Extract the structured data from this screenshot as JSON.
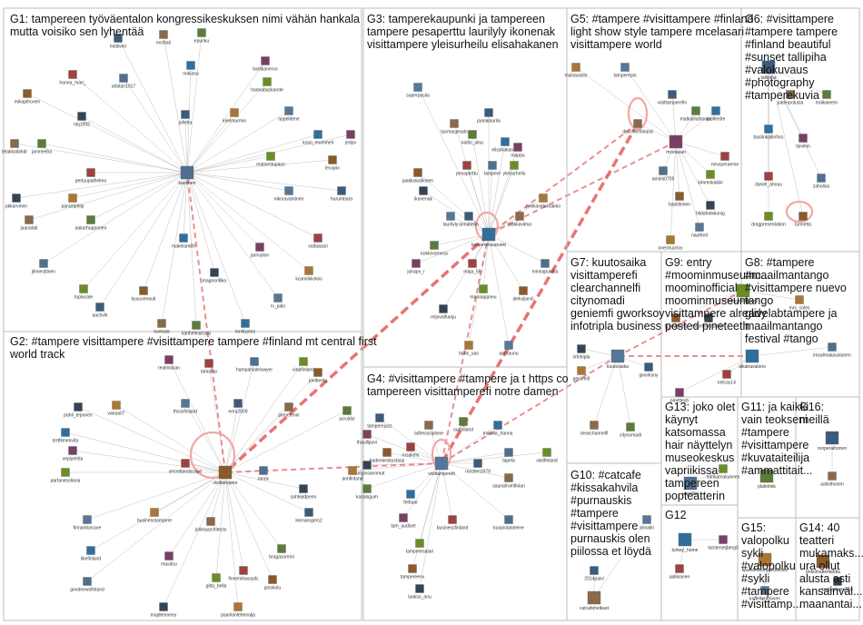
{
  "groups": [
    {
      "id": "G1",
      "title": "G1: tampereen työväentalon kongressikeskuksen nimi vähän hankala\nmutta voisiko sen lyhentää"
    },
    {
      "id": "G2",
      "title": "G2: #tampere visittampere #visittampere tampere #finland mt central first\nworld track"
    },
    {
      "id": "G3",
      "title": "G3: tamperekaupunki ja tampereen\ntampere pesaperttu laurilyly ikonenak\nvisittampere yleisurheilu elisahakanen"
    },
    {
      "id": "G4",
      "title": "G4: #visittampere #tampere ja t https co\ntampereen visittamperefi notre damen"
    },
    {
      "id": "G5",
      "title": "G5: #tampere #visittampere #finland\nlight show style tampere mcelasari\nvisittampere world"
    },
    {
      "id": "G6",
      "title": "G6: #visittampere\n#tampere tampere\n#finland beautiful\n#sunset tallipiha\n#valokuvaus\n#photography\n#tamperekuvia"
    },
    {
      "id": "G7",
      "title": "G7: kuutosaika\nvisittamperefi\nclearchannelfi\ncitynomadi\ngeniemfi gworksoy\ninfotripla business"
    },
    {
      "id": "G8",
      "title": "G8: #tampere\n#maailmantango\n#visittampere nuevo\ntango\nglivelabtampere ja\nmaailmantango\nfestival #tango"
    },
    {
      "id": "G9",
      "title": "G9: entry\n#moominmuseumc...\nmoominofficial\nmoominmuseum\nvisittampere already\nposted pineteeth"
    },
    {
      "id": "G10",
      "title": "G10: #catcafe\n#kissakahvila\n#purnauskis\n#tampere\n#visittampere\npurnauskis olen\npiilossa et löydä"
    },
    {
      "id": "G11",
      "title": "G11: ja kaikki\nvain teokseni\n#tampere\n#visittampere\n#kuvataiteilija\n#ammattitait..."
    },
    {
      "id": "G12",
      "title": "G12"
    },
    {
      "id": "G13",
      "title": "G13: joko olet\nkäynyt\nkatsomassa\nhair näyttelyn\nmuseokeskus\nvapriikissa\ntampereen\npopteatterin"
    },
    {
      "id": "G14",
      "title": "G14: 40\nteatteri\nmukamaks...\nura ollut\nalusta asti\nkansainväl...\nmaanantai..."
    },
    {
      "id": "G15",
      "title": "G15:\nvalopolku\nsykli\n#valopolku\n#sykli\n#tampere\n#visittamp..."
    },
    {
      "id": "G16",
      "title": "G16:\nmeillä"
    }
  ],
  "nodes": {
    "g1": [
      "midiiveri",
      "ecribati",
      "epuriku",
      "nokiasu",
      "karitkanervo",
      "hanna_mari_",
      "arbitari1917",
      "hannabackande",
      "mikapihonen",
      "nlq1992",
      "kirelmurmio",
      "oppeldene",
      "jofietta",
      "telakkaliahdr",
      "janmeeba",
      "koso_mummeli",
      "jedpv",
      "pertuupalhelmo",
      "kaetinen",
      "enimentupaus",
      "lecopio",
      "pkkarvinen",
      "parantphilp",
      "nikoravantinen",
      "hurumbara",
      "jaanalab",
      "aakarhupponen",
      "makelam89",
      "jarmullon",
      "valtaasari",
      "jilmiesttinen",
      "toplucate",
      "kyuusenauti",
      "magnorilliko",
      "kcamiikkokivi",
      "rv_palo",
      "aachvik",
      "koekala",
      "karihelmarsaki",
      "toniliyytez"
    ],
    "g2": [
      "realmiskan",
      "tamamp",
      "hampahialeiswyer",
      "vinpfinland",
      "joelbenlu",
      "pahli_teponen",
      "vaeaa07",
      "thisisfinland",
      "eeru2009",
      "pienetenni",
      "acruidsr",
      "tretfilmenvita",
      "vepiyehtia",
      "secretlandscape",
      "ianck",
      "partanesoliana",
      "visittampere",
      "sahlepdpenn",
      "businesstampere",
      "finnairbarcare",
      "leenarogers2",
      "jolimaarchitects",
      "bragasommi",
      "likefinland",
      "masitou",
      "finnembassydc",
      "goodnewsfinland",
      "gitta_bella",
      "janskolu",
      "majdemoney",
      "paarilanlehenalja"
    ],
    "g3": [
      "superpasiia",
      "jaanalaurila",
      "tuomasjesalo",
      "kaitio_ulna",
      "elisahakanen",
      "mappu",
      "pesaperttu",
      "tampere",
      "yleisurheilu",
      "jaakkokallionen",
      "ikonenak",
      "pekkaveluksakko",
      "laurilyly",
      "annahelin",
      "jaakkavilma",
      "kokkonenesa",
      "tamperekaupunki",
      "juhapv_r",
      "maja_56",
      "minnapurolla",
      "manaappneu",
      "aleksijarvii",
      "reijovalhanju",
      "tamk_uas",
      "annraunu"
    ],
    "g4": [
      "tamperejazz",
      "adhessciplone",
      "ourfinland",
      "makala_hanna",
      "thaullijarvi",
      "rosakela",
      "tapela",
      "visitfinland",
      "badenkeskystasp",
      "helsinginsanomat",
      "aonfinland",
      "visittamperefi",
      "roosteri1979",
      "saunafromfinlan",
      "kasalsgum",
      "fethaar",
      "tam_uudiset",
      "businessfinland",
      "kuopiotatoleine",
      "tamperesalari",
      "tampereenv",
      "laakso_anu"
    ],
    "g5": [
      "malsaaiisto",
      "tampereplo",
      "visittamperefin",
      "discoverfinland",
      "matkaillutbonus",
      "profiledre",
      "mcelasari",
      "nevaseraeme",
      "amimi0709",
      "kimmokaikki",
      "bastilinnen",
      "hildaheikkonig",
      "onechuchos",
      "nauthed"
    ],
    "g6": [
      "tallipiha",
      "patenpotusia",
      "mallaseem",
      "bastinkallinfors",
      "taivlein",
      "daniel_ahouu",
      "zaholisa",
      "dragpresentation",
      "tunnetta"
    ],
    "g7": [
      "infotripla",
      "geniemfi",
      "kuutosaika",
      "gworksoy",
      "clearchannelfi",
      "citynomadi"
    ],
    "g8": [
      "aikatravalorio",
      "pinettesh",
      "kelcas14",
      "imsalmakaustanen"
    ],
    "g9": [
      "moominofficial",
      "sprouguets",
      "moominmuseum",
      "mrs_coles"
    ],
    "g10": [
      "annalin",
      "2014paivi",
      "catcafehelkast"
    ],
    "g11": [
      "plafelmik"
    ],
    "g12": [
      "turkey_home",
      "tarstenetjberg0",
      "aalikianen"
    ],
    "g13": [
      "vapriikki",
      "nahkamakunnes"
    ],
    "g14": [
      "tmtsimattemiddia",
      "teatteritampere"
    ],
    "g15": [
      "sparkledoonpreduction",
      "kuffeitemminen"
    ],
    "g16": [
      "rooperaihonen",
      "aaliolhonen"
    ]
  },
  "colors": {
    "edge_grey": "#9a9a9a",
    "edge_red": "#e06060",
    "self_loop": "#f2a6a6",
    "group_border": "#bdbdbd"
  }
}
